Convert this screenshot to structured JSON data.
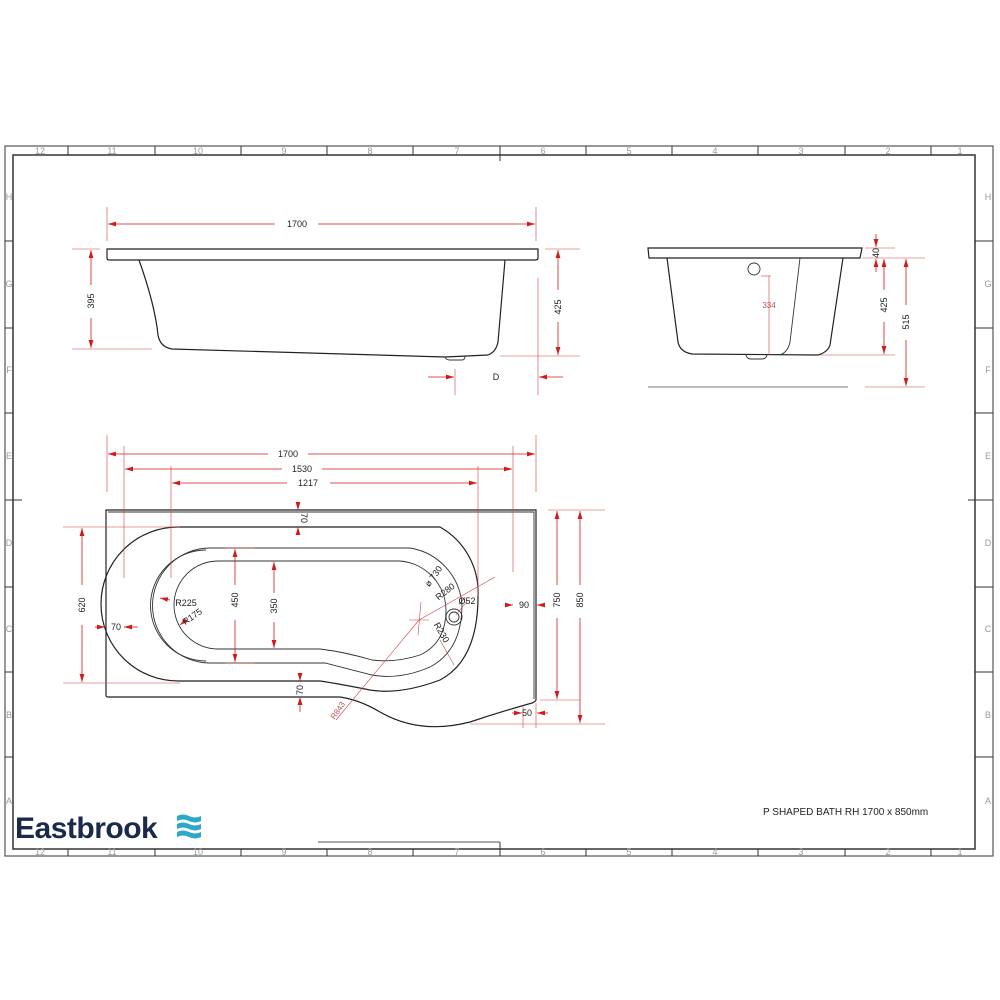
{
  "drawing": {
    "title": "P SHAPED BATH  RH 1700 x 850mm",
    "brand": "Eastbrook",
    "brand_icon": "wave-lines-icon",
    "colors": {
      "brand_text": "#1b2a4a",
      "brand_icon": "#2aa7c9",
      "dimension_lines": "#d21a1a",
      "outline": "#222222"
    }
  },
  "grid": {
    "columns": [
      "12",
      "11",
      "10",
      "9",
      "8",
      "7",
      "6",
      "5",
      "4",
      "3",
      "2",
      "1"
    ],
    "rows": [
      "H",
      "G",
      "F",
      "E",
      "D",
      "C",
      "B",
      "A"
    ]
  },
  "side_view": {
    "length": "1700",
    "depth_left": "395",
    "depth_right": "425",
    "waste_offset": "D"
  },
  "end_view": {
    "rim": "40",
    "depth": "425",
    "overall_height": "515",
    "overflow_height": "334"
  },
  "plan_view": {
    "overall_length": "1700",
    "inner_length": "1530",
    "base_length": "1217",
    "rim_top": "70",
    "rim_bottom": "70",
    "rim_left": "70",
    "end_width": "620",
    "inner_width_450": "450",
    "base_width": "350",
    "radius_outer_left": "R225",
    "radius_inner_left": "R175",
    "diameter_bowl": "ø 730",
    "radius_bowl": "R280",
    "waste_diameter": "Ø52",
    "radius_waste": "R230",
    "radius_large": "R843",
    "rim_right": "90",
    "width_750": "750",
    "overall_width": "850",
    "step_50": "50"
  }
}
